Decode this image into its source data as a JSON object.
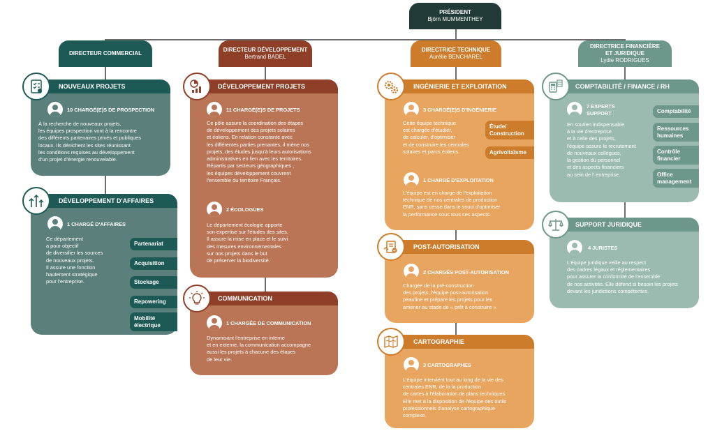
{
  "colors": {
    "dark": "#213a38",
    "commercial": "#1d5a56",
    "commercial_light": "#5b7f7a",
    "dev": "#8f3f27",
    "dev_light": "#b97556",
    "tech": "#cc7c2a",
    "tech_light": "#e8a560",
    "fin": "#6d978a",
    "fin_light": "#9bbab0"
  },
  "president": {
    "title": "PRÉSIDENT",
    "name": "Björn MUMMENTHEY"
  },
  "directors": {
    "commercial": {
      "title": "DIRECTEUR COMMERCIAL",
      "name": ""
    },
    "dev": {
      "title": "DIRECTEUR DÉVELOPPEMENT",
      "name": "Bertrand BADEL"
    },
    "tech": {
      "title": "DIRECTRICE TECHNIQUE",
      "name": "Aurélie BENCHAREL"
    },
    "fin": {
      "title": "DIRECTRICE FINANCIÈRE\nET JURIDIQUE",
      "name": "Lydie RODRIGUES"
    }
  },
  "sections": {
    "np": {
      "icon": "checklist-icon",
      "title": "NOUVEAUX PROJETS",
      "roles": [
        {
          "title": "10 CHARGÉ(E)S DE PROSPECTION",
          "text": "À la recherche de nouveaux projets,\nles équipes prospection vont à la rencontre\ndes différents partenaires privés et publiques\nlocaux. Ils dénichent les sites réunissant\nles conditions requises au développement\nd'un projet d'énergie renouvelable."
        }
      ]
    },
    "da": {
      "icon": "growth-arrows-icon",
      "title": "DÉVELOPPEMENT D'AFFAIRES",
      "roles": [
        {
          "title": "1 CHARGÉ D'AFFAIRES",
          "text": "Ce département\na pour objectif\nde diversifier les sources\nde nouveaux projets.\nIl assure une fonction\nhautement stratégique\npour l'entreprise."
        }
      ],
      "tags": [
        "Partenariat",
        "Acquisition",
        "Stockage",
        "Repowering",
        "Mobilité\nélectrique"
      ]
    },
    "dp": {
      "icon": "development-chart-icon",
      "title": "DÉVELOPPEMENT PROJETS",
      "roles": [
        {
          "title": "11 CHARGÉ(E)S DE PROJETS",
          "text": "Ce pôle assure la coordination des étapes\nde développement des projets solaires\net éoliens. En relation constante avec\nles différentes parties prenantes, il mène nos\nprojets, des études jusqu'à leurs autorisations\nadministratives en lien avec les territoires.\nRépartis par secteurs géographiques ,\nles équipes développement couvrent\nl'ensemble du territoire Français."
        },
        {
          "title": "2 ÉCOLOGUES",
          "text": "Le département écologie apporte\nson expertise sur l'études des sites.\n Il assure la mise en place et le suivi\ndes mesures environnementales\nsur nos projets dans le but\nde préserver la biodiversité."
        }
      ]
    },
    "com": {
      "icon": "lightbulb-icon",
      "title": "COMMUNICATION",
      "roles": [
        {
          "title": "1 CHARGÉE DE COMMUNICATION",
          "text": "Dynamisant l'entreprise en interne\net en externe, la communication accompagne\naussi les projets à chacune des étapes\nde leur vie."
        }
      ]
    },
    "ie": {
      "icon": "gears-icon",
      "title": "INGÉNIERIE ET EXPLOITATION",
      "roles": [
        {
          "title": "3 CHARGÉ(E)S D'INGÉNIERIE",
          "text": "Cette équipe technique\nest chargée d'étudier,\nde calculer, d'optimiser\net de construire les centrales\nsolaires et parcs éoliens."
        },
        {
          "title": "1 CHARGÉ D'EXPLOITATION",
          "text": "L'équipe est en charge de l'exploitation\ntechnique de nos centrales de production\nENR, sans cesse dans le souci d'optimiser\nla performance sous tous ses aspects."
        }
      ],
      "tags": [
        "Étude/\nConstruction",
        "Agrivoltaïsme"
      ]
    },
    "pa": {
      "icon": "approved-document-icon",
      "title": "POST-AUTORISATION",
      "roles": [
        {
          "title": "2 CHARGÉS POST-AUTORISATION",
          "text": "Chargée de la pré-construction\ndes projets, l'équipe post-autorisation\npeaufine et prépare les projets pour les\namener au stade de « prêt à construire »."
        }
      ]
    },
    "ca": {
      "icon": "map-icon",
      "title": "CARTOGRAPHIE",
      "roles": [
        {
          "title": "3 CARTOGRAPHES",
          "text": "L'équipe intervient tout au long de la vie des\ncentrales ENR, de la la production\nde cartes à l'élaboration de plans techniques.\nElle met à la disposition de l'équipe des outils\nprofessionnels d'analyse cartographique\ncomplexe."
        }
      ]
    },
    "cf": {
      "icon": "calculator-icon",
      "title": "COMPTABILITÉ / FINANCE / RH",
      "roles": [
        {
          "title": "7 EXPERTS\nSUPPORT",
          "text": "En soutien indispensable\nà la vie d'entreprise\net à celle des projets,\nl'équipe assure le recrutement\nde nouveaux collègues,\nla gestion du personnel\net des aspects financiers\nau sein de l' entreprise."
        }
      ],
      "tags": [
        "Comptabilité",
        "Ressources\nhumaines",
        "Contrôle\nfinancier",
        "Office\nmanagement"
      ]
    },
    "sj": {
      "icon": "scales-icon",
      "title": "SUPPORT JURIDIQUE",
      "roles": [
        {
          "title": "4 JURISTES",
          "text": "L'équipe juridique veille au respect\ndes cadres légaux et réglementaires\npour assurer la conformité de l'ensemble\nde nos activités. Elle défend si besoin les projets\ndevant les juridictions compétentes."
        }
      ]
    }
  }
}
